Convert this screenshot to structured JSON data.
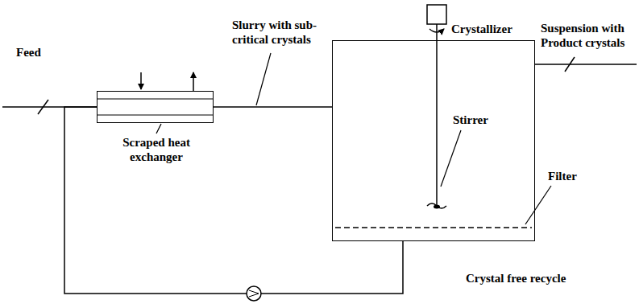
{
  "diagram": {
    "nodes": [
      {
        "text": [
          "Scraped heat exchanger"
        ]
      },
      {
        "text": [
          "Crystallizer"
        ]
      }
    ],
    "edges": [
      {
        "from": 0,
        "to": 1,
        "arrow": "none",
        "label": "Slurry with sub-critical crystals"
      },
      {
        "from": 1,
        "to": 0,
        "arrow": "none",
        "label": "Crystal free recycle"
      }
    ],
    "labels": [
      "Feed",
      "Suspension with Product crystals",
      "Stirrer",
      "Filter"
    ]
  }
}
